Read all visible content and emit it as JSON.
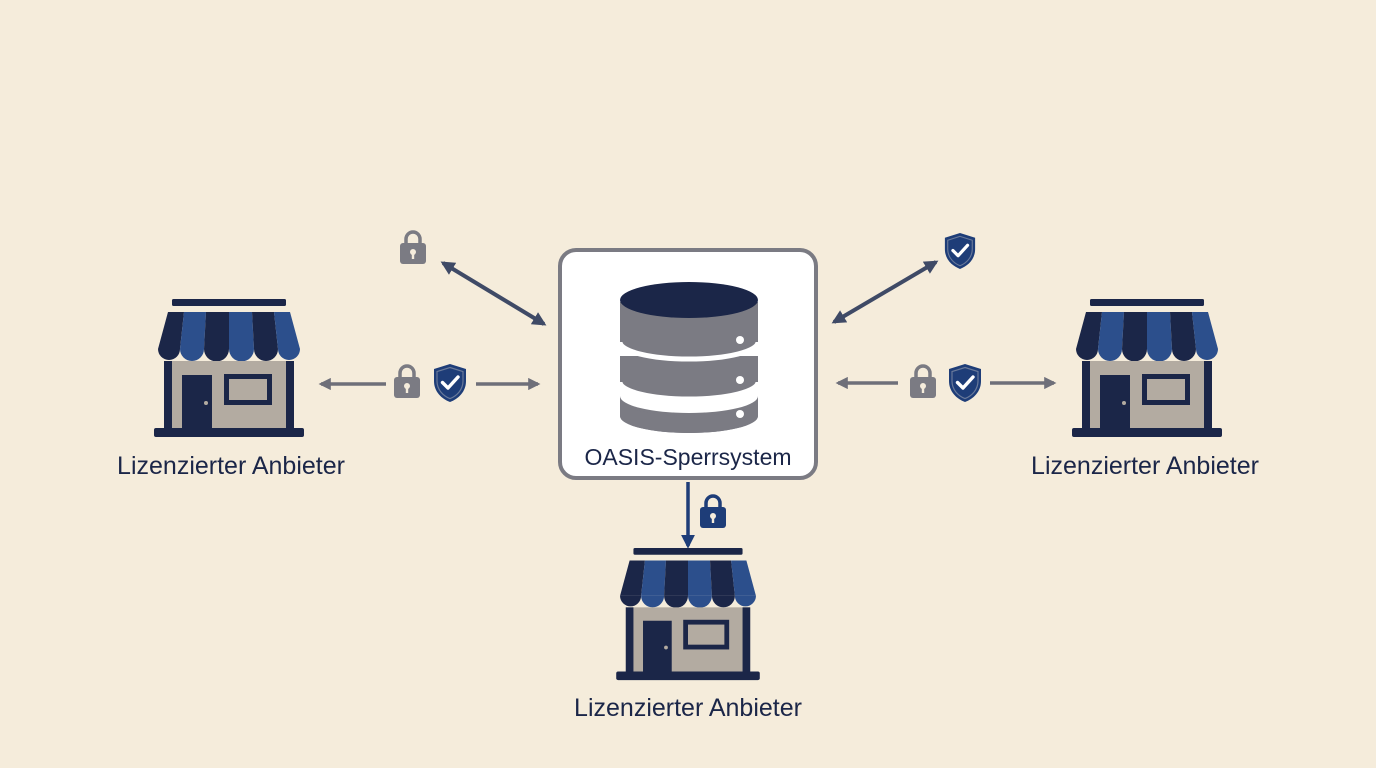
{
  "central_system": {
    "label": "OASIS-Sperrsystem",
    "icon": "database-icon"
  },
  "providers": {
    "left": {
      "label": "Lizenzierter Anbieter",
      "icon": "storefront-icon"
    },
    "right": {
      "label": "Lizenzierter Anbieter",
      "icon": "storefront-icon"
    },
    "bottom": {
      "label": "Lizenzierter Anbieter",
      "icon": "storefront-icon"
    }
  },
  "icons": {
    "lock": "padlock-icon",
    "shield": "shield-check-icon"
  },
  "colors": {
    "background": "#f5ecdb",
    "navy": "#1b2648",
    "blue": "#1e3d78",
    "awning_blue": "#2c4f8c",
    "gray": "#7b7b83",
    "store_wall": "#b3aba1",
    "box_border": "#7b7b83",
    "box_fill": "#ffffff"
  }
}
